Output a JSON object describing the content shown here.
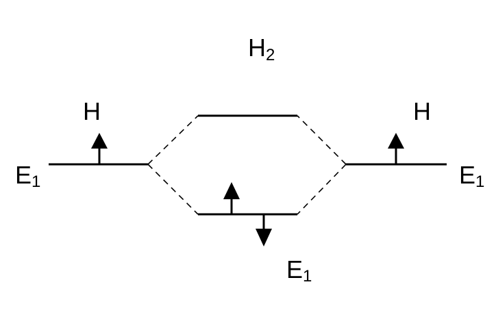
{
  "diagram": {
    "title": {
      "main": "H",
      "sub": "2"
    },
    "left_atom": {
      "label": "H",
      "level": {
        "main": "E",
        "sub": "1"
      }
    },
    "right_atom": {
      "label": "H",
      "level": {
        "main": "E",
        "sub": "1"
      }
    },
    "bonding_level": {
      "main": "E",
      "sub": "1"
    },
    "colors": {
      "ink": "#000000",
      "background": "#ffffff"
    }
  }
}
